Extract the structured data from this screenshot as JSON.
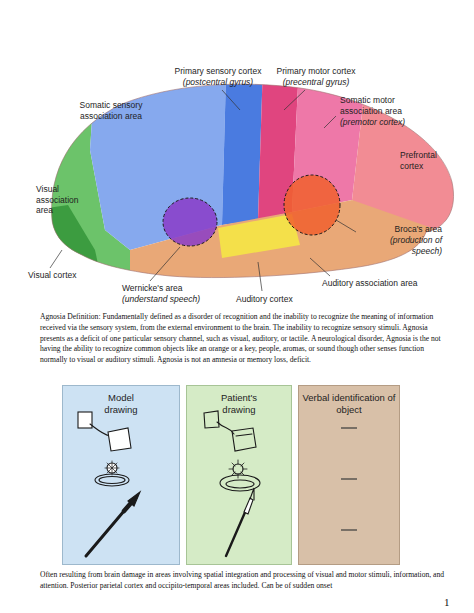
{
  "diagram": {
    "nodes": [
      {
        "text": [
          "Model drawing"
        ]
      },
      {
        "text": [
          "Patient's drawing"
        ]
      },
      {
        "text": [
          "Verbal identification of object"
        ]
      }
    ],
    "labels": [
      "Primary sensory cortex",
      "(postcentral gyrus)",
      "Primary motor cortex",
      "(precentral gyrus)",
      "Somatic sensory association area",
      "Somatic motor association area",
      "(premotor cortex)",
      "Prefrontal cortex",
      "Visual association area",
      "Broca's area",
      "(production of speech)",
      "Auditory association area",
      "Visual cortex",
      "Wernicke's area",
      "(understand speech)",
      "Auditory cortex",
      "Agnosia Definition: Fundamentally defined as a disorder of recognition and the inability to recognize the meaning of information received via the sensory system, from the external environment to the brain. The inability to recognize sensory stimuli. Agnosia presents as a deficit of one particular sensory channel, such as visual, auditory, or tactile. A neurological disorder, Agnosia is the not having the ability to recognize common objects like an orange or a key, people, aromas, or sound though other senses function normally to visual or auditory stimuli. Agnosia is not an amnesia or memory loss, deficit.",
      "Often resulting from brain damage in areas involving spatial integration and processing of visual and motor stimuli, information, and attention. Posterior parietal cortex and occipito-temporal areas included. Can be of sudden onset",
      "1"
    ]
  }
}
